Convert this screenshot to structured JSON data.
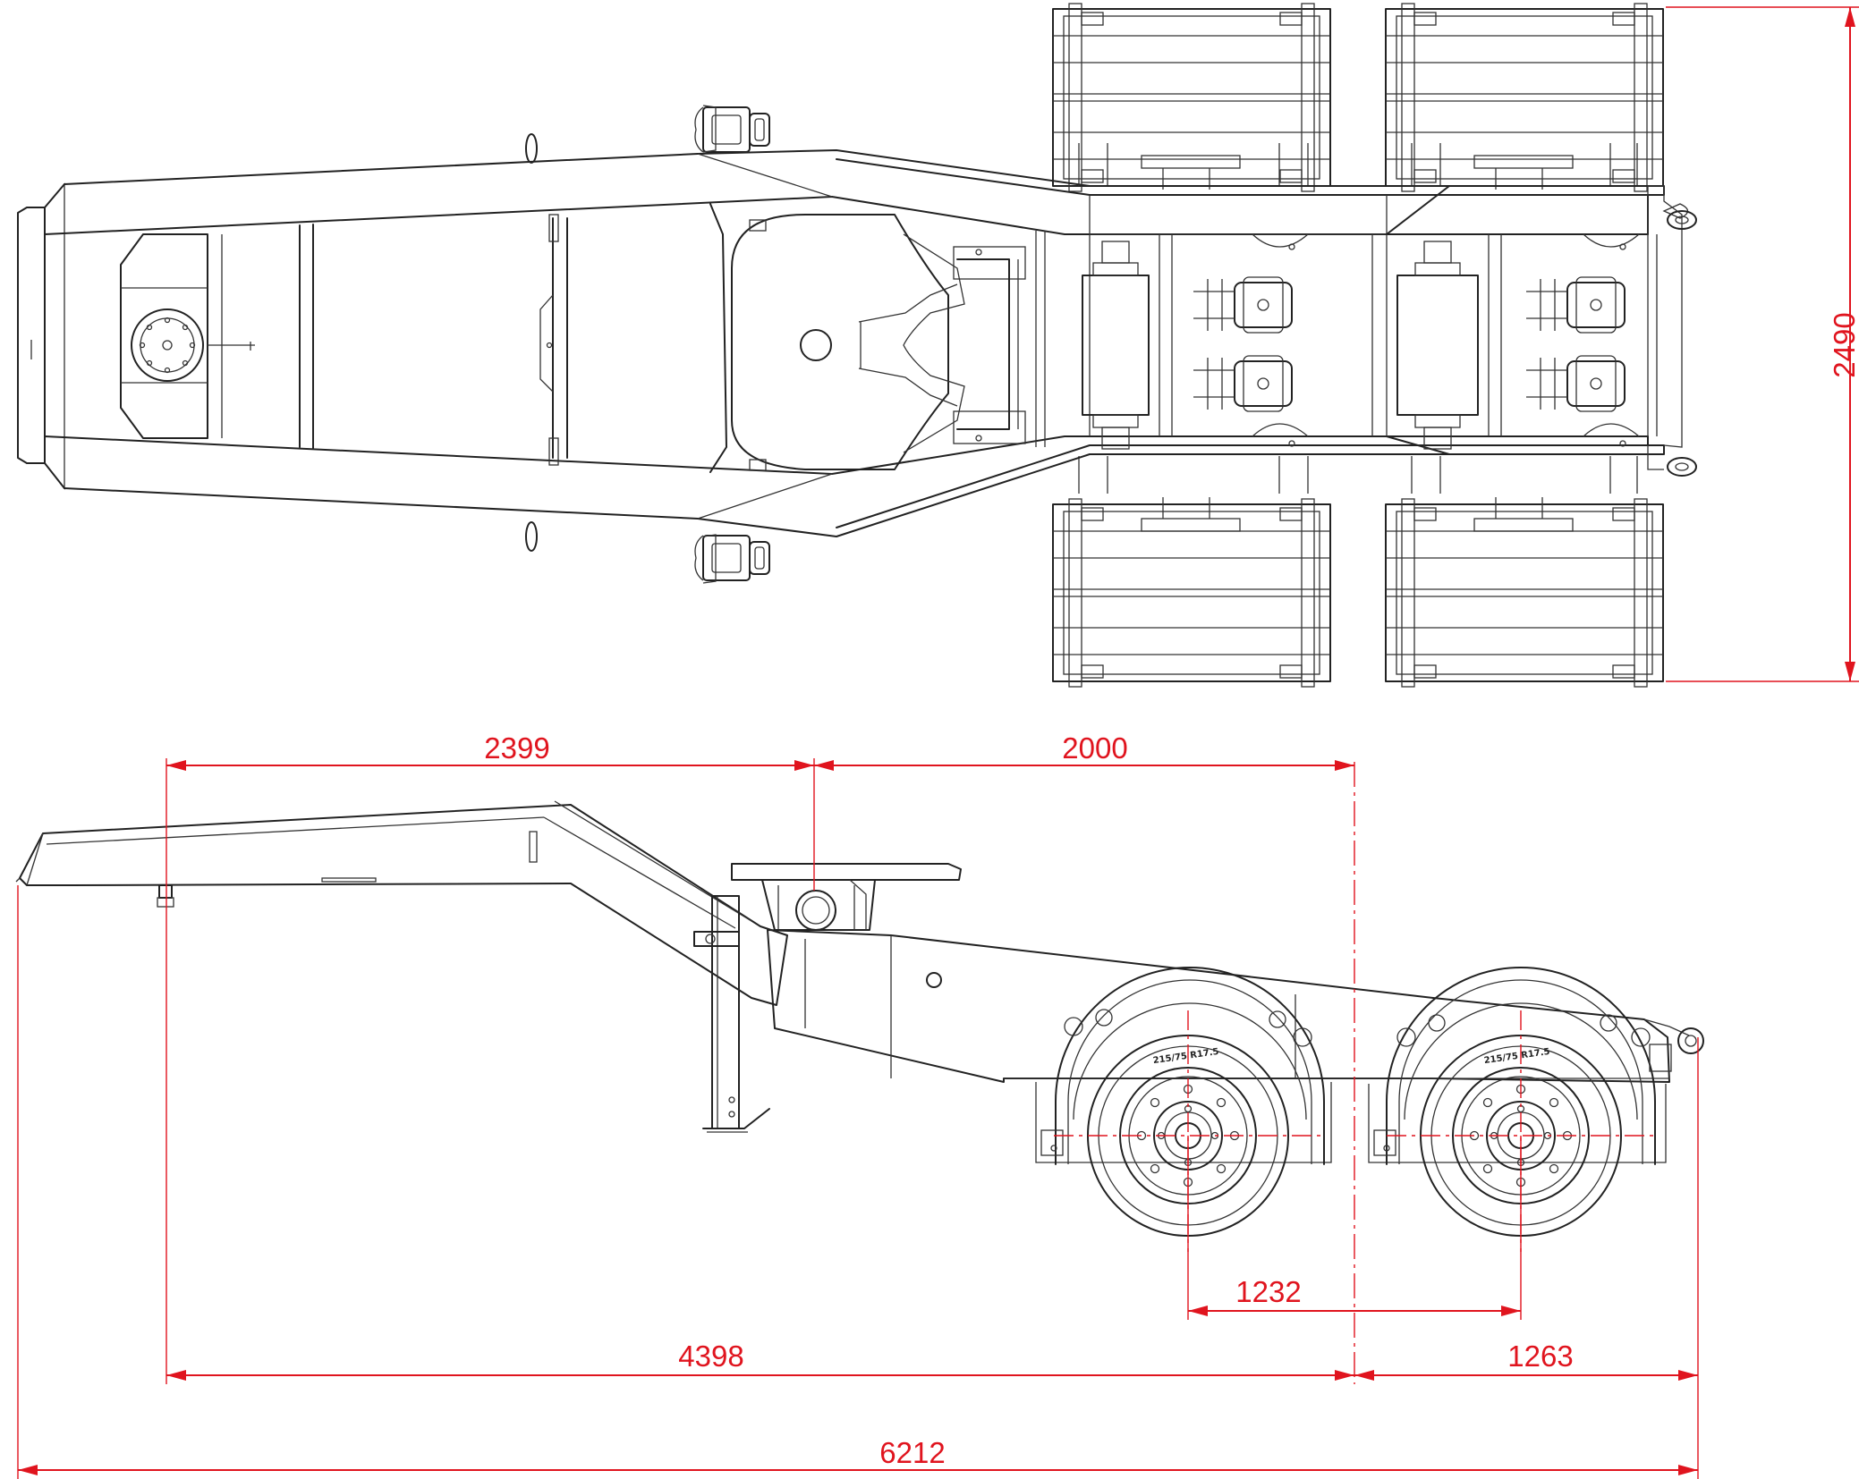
{
  "dimensions": {
    "overall_width": "2490",
    "kingpin_to_turntable": "2399",
    "turntable_to_axle_center": "2000",
    "axle_spacing": "1232",
    "kingpin_to_axle_center": "4398",
    "axle_center_to_rear": "1263",
    "overall_length": "6212"
  },
  "tire_label": "215/75 R17.5",
  "colors": {
    "dimension": "#e0141e",
    "linework": "#222222"
  }
}
